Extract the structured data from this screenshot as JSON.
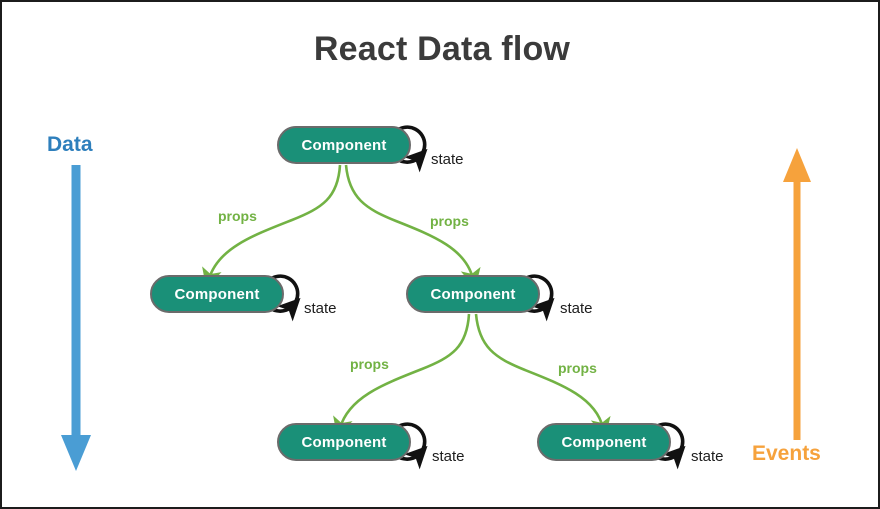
{
  "page": {
    "title": "React Data flow",
    "background_color": "#ffffff",
    "border_color": "#1c1c1c"
  },
  "colors": {
    "node_fill": "#1a9078",
    "node_border": "#6b6b6b",
    "node_text": "#ffffff",
    "props_arrow": "#72b244",
    "props_text": "#72b244",
    "state_arrow": "#111111",
    "state_text": "#1d1d1d",
    "data_flow": "#4a9dd4",
    "data_text": "#2e7fbc",
    "events_flow": "#f6a23c",
    "events_text": "#f6a23c",
    "title_text": "#3b3b3b"
  },
  "flow_indicators": [
    {
      "name": "data",
      "label": "Data",
      "direction": "down",
      "color": "#4a9dd4",
      "label_color": "#2e7fbc"
    },
    {
      "name": "events",
      "label": "Events",
      "direction": "up",
      "color": "#f6a23c",
      "label_color": "#f6a23c"
    }
  ],
  "nodes": [
    {
      "id": "root",
      "label": "Component",
      "state_label": "state",
      "level": 0
    },
    {
      "id": "child-left",
      "label": "Component",
      "state_label": "state",
      "level": 1
    },
    {
      "id": "child-right",
      "label": "Component",
      "state_label": "state",
      "level": 1
    },
    {
      "id": "grand-left",
      "label": "Component",
      "state_label": "state",
      "level": 2
    },
    {
      "id": "grand-right",
      "label": "Component",
      "state_label": "state",
      "level": 2
    }
  ],
  "edges": [
    {
      "from": "root",
      "to": "child-left",
      "label": "props"
    },
    {
      "from": "root",
      "to": "child-right",
      "label": "props"
    },
    {
      "from": "child-right",
      "to": "grand-left",
      "label": "props"
    },
    {
      "from": "child-right",
      "to": "grand-right",
      "label": "props"
    }
  ],
  "icons": {
    "state_loop": "circular-arrow-icon",
    "props_arrow": "curved-arrow-icon",
    "data_arrow": "down-arrow-icon",
    "events_arrow": "up-arrow-icon"
  }
}
